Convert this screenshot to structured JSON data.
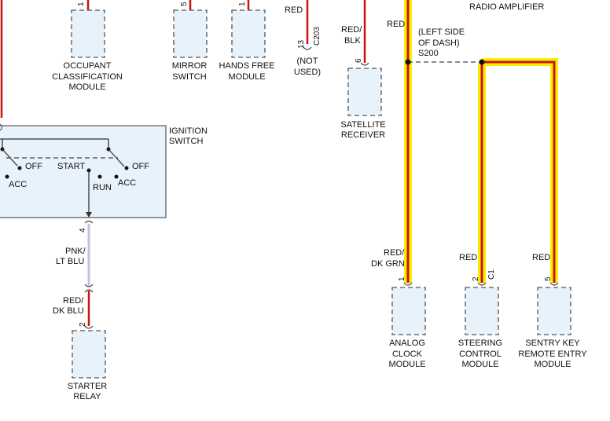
{
  "colors": {
    "wire_red": "#cc1111",
    "highlight": "#f6f000",
    "module_fill": "#e8f2fb",
    "pnk_lt_blu": "#c9bedb"
  },
  "modules": {
    "occupant": [
      "OCCUPANT",
      "CLASSIFICATION",
      "MODULE"
    ],
    "mirror": [
      "MIRROR",
      "SWITCH"
    ],
    "hands_free": [
      "HANDS FREE",
      "MODULE"
    ],
    "satellite": [
      "SATELLITE",
      "RECEIVER"
    ],
    "starter": [
      "STARTER",
      "RELAY"
    ],
    "analog_clock": [
      "ANALOG",
      "CLOCK",
      "MODULE"
    ],
    "steering": [
      "STEERING",
      "CONTROL",
      "MODULE"
    ],
    "sentry": [
      "SENTRY KEY",
      "REMOTE ENTRY",
      "MODULE"
    ]
  },
  "radio_amplifier": "RADIO AMPLIFIER",
  "ignition": {
    "title": [
      "IGNITION",
      "SWITCH"
    ],
    "off_left": "OFF",
    "acc_left": "ACC",
    "start": "START",
    "run": "RUN",
    "acc_right": "ACC",
    "off_right": "OFF"
  },
  "wires": {
    "red_top": "RED",
    "c203_pin": "13",
    "c203": "C203",
    "not_used": [
      "(NOT",
      "USED)"
    ],
    "red_blk": [
      "RED/",
      "BLK"
    ],
    "sat_pin": "6",
    "red_amp": "RED",
    "splice_note": [
      "(LEFT SIDE",
      "OF DASH)"
    ],
    "splice": "S200",
    "ign_pin": "4",
    "pnk_lt_blu": [
      "PNK/",
      "LT BLU"
    ],
    "red_dk_blu": [
      "RED/",
      "DK BLU"
    ],
    "starter_pin": "2",
    "red_dk_grn": [
      "RED/",
      "DK GRN"
    ],
    "clock_pin": "1",
    "red_steer": "RED",
    "steer_pin": "2",
    "c1": "C1",
    "red_sentry": "RED",
    "sentry_pin": "5",
    "occ_pin": "1",
    "mirror_pin": "5",
    "hands_pin": "1"
  }
}
